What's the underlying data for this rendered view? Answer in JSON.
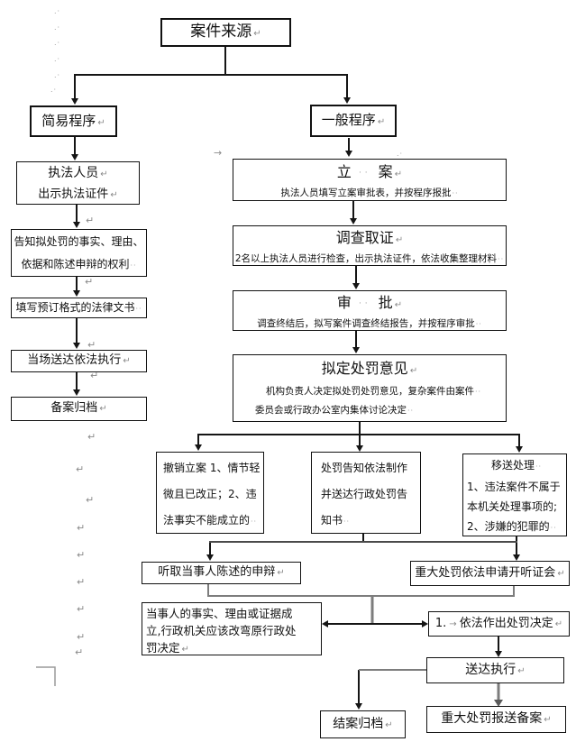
{
  "marks": {
    "ret": "↵",
    "dots": "··",
    "tab_arrow": "→",
    "margin": ".·"
  },
  "nodes": {
    "case_source": {
      "title": "案件来源"
    },
    "simple_procedure": {
      "title": "简易程序"
    },
    "general_procedure": {
      "title": "一般程序"
    },
    "show_credentials": {
      "line1": "执法人员",
      "line2": "出示执法证件"
    },
    "inform_rights": {
      "line1": "告知拟处罚的事实、理由、",
      "line2": "依据和陈述申辩的权利"
    },
    "fill_documents": {
      "text": "填写预订格式的法律文书"
    },
    "onsite_delivery": {
      "text": "当场送达依法执行"
    },
    "record_filing": {
      "text": "备案归档"
    },
    "file_case": {
      "title_left": "立",
      "title_right": "案",
      "sub": "执法人员填写立案审批表，并按程序报批"
    },
    "investigate": {
      "title": "调查取证",
      "sub": "2名以上执法人员进行检查，出示执法证件，依法收集整理材料"
    },
    "approve": {
      "title_left": "审",
      "title_right": "批",
      "sub": "调查终结后，拟写案件调查终结报告，并按程序审批"
    },
    "draft_penalty": {
      "title": "拟定处罚意见",
      "sub1": "机构负责人决定拟处罚处罚意见，复杂案件由案件",
      "sub2": "委员会或行政办公室内集体讨论决定"
    },
    "revoke_case": {
      "line1": "撤销立案 1、情节轻",
      "line2": "微且已改正；2、违",
      "line3": "法事实不能成立的"
    },
    "penalty_notice": {
      "line1": "处罚告知依法制作",
      "line2": "并送达行政处罚告",
      "line3": "知书"
    },
    "transfer_case": {
      "title": "移送处理",
      "line1": "1、违法案件不属于",
      "line2": "本机关处理事项的;",
      "line3": "2、涉嫌的犯罪的"
    },
    "hear_statement": {
      "text": "听取当事人陈述的申辩"
    },
    "major_hearing": {
      "text": "重大处罚依法申请开听证会"
    },
    "party_evidence": {
      "line1": "当事人的事实、理由或证据成",
      "line2": "立,行政机关应该改弯原行政处",
      "line3": "罚决定"
    },
    "make_decision": {
      "num": "1.",
      "text": "依法作出处罚决定"
    },
    "deliver_execute": {
      "text": "送达执行"
    },
    "close_file": {
      "text": "结案归档"
    },
    "major_report": {
      "text": "重大处罚报送备案"
    }
  }
}
